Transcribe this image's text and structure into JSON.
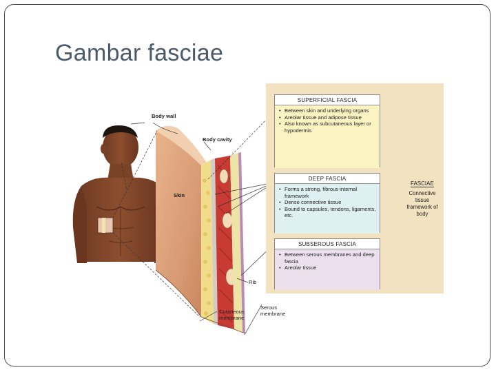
{
  "slide": {
    "title": "Gambar fasciae"
  },
  "figure": {
    "labels": {
      "body_wall": "Body wall",
      "body_cavity": "Body cavity",
      "skin": "Skin",
      "rib": "Rib",
      "cutaneous_membrane": "Cutaneous membrane",
      "serous_membrane": "Serous membrane"
    },
    "superficial": {
      "title": "SUPERFICIAL FASCIA",
      "bullets": [
        "Between skin and underlying organs",
        "Areolar tissue and adipose tissue",
        "Also known as subcutaneous layer or hypodermis"
      ]
    },
    "deep": {
      "title": "DEEP FASCIA",
      "bullets": [
        "Forms a strong, fibrous internal framework",
        "Dense connective tissue",
        "Bound to capsules, tendons, ligaments, etc."
      ]
    },
    "subserous": {
      "title": "SUBSEROUS FASCIA",
      "bullets": [
        "Between serous membranes and deep fascia",
        "Areolar tissue"
      ]
    },
    "fasciae": {
      "title": "FASCIAE",
      "description": "Connective tissue framework of body"
    },
    "colors": {
      "panel": "#f3e2c0",
      "superficial_fill": "#fbf3c2",
      "deep_fill": "#dff0f3",
      "subserous_fill": "#ece0ef",
      "skin_tone": "#8a4a2c"
    }
  }
}
